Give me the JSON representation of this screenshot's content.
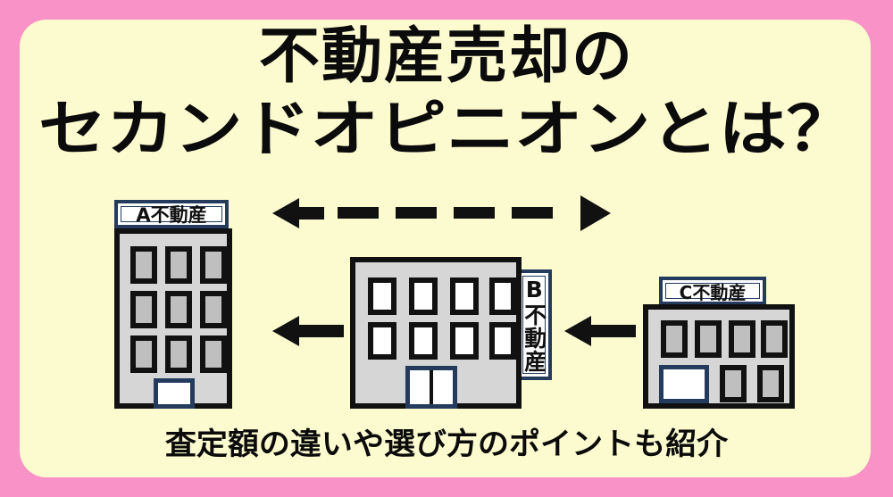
{
  "theme": {
    "border_color": "#f992c6",
    "panel_color": "#fcfbcf",
    "ink_color": "#0b0b0b",
    "sign_border_color": "#243b5e",
    "building_wall": "#d6d6d6",
    "window_gray": "#bfbfbf",
    "window_white": "#ffffff"
  },
  "title": {
    "line1": "不動産売却の",
    "line2": "セカンドオピニオンとは？"
  },
  "subtitle": "査定額の違いや選び方のポイントも紹介",
  "buildings": [
    {
      "id": "a",
      "sign_label": "A不動産",
      "sign_orientation": "horizontal",
      "floors": 3,
      "windows_per_floor": 3,
      "window_style": "gray",
      "door": "single"
    },
    {
      "id": "b",
      "sign_label": "B不動産",
      "sign_orientation": "vertical",
      "floors": 2,
      "windows_per_floor": 4,
      "window_style": "white",
      "door": "double"
    },
    {
      "id": "c",
      "sign_label": "C不動産",
      "sign_orientation": "horizontal",
      "floors": 2,
      "windows_per_floor": 4,
      "window_style": "gray",
      "door": "single-wide"
    }
  ],
  "arrows": [
    {
      "id": "top-dashed",
      "style": "dashed",
      "direction": "both",
      "from": "b-area",
      "to": "a-area"
    },
    {
      "id": "c-to-b",
      "style": "solid",
      "direction": "left"
    },
    {
      "id": "b-to-a",
      "style": "solid",
      "direction": "left"
    }
  ]
}
